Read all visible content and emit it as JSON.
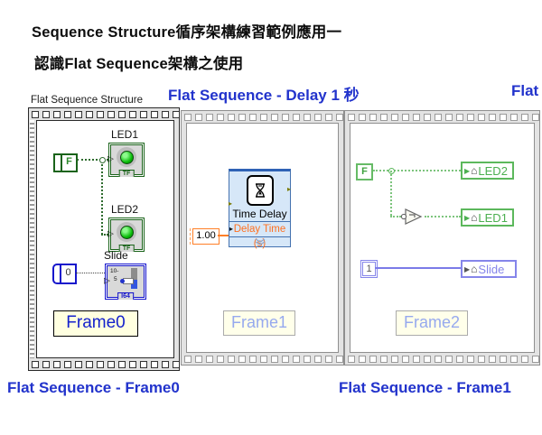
{
  "titles": {
    "line1": "Sequence Structure循序架構練習範例應用一",
    "line2": "認識Flat Sequence架構之使用",
    "header_delay": "Flat Sequence - Delay 1 秒",
    "header_right_partial": "Flat",
    "structure_label": "Flat Sequence Structure",
    "caption_frame0": "Flat Sequence - Frame0",
    "caption_frame1": "Flat Sequence - Frame1"
  },
  "colors": {
    "header_blue": "#2233CC",
    "boolean_green": "#2E7D32",
    "numeric_blue": "#1616CC",
    "local_green": "#5CB85C",
    "local_blue": "#8585EA",
    "orange": "#FF7F27"
  },
  "frame0": {
    "label": "Frame0",
    "bool_const": "F",
    "num_const": "0",
    "led1": {
      "label": "LED1",
      "type": "TF"
    },
    "led2": {
      "label": "LED2",
      "type": "TF"
    },
    "slide": {
      "label": "Slide",
      "type": "I64",
      "tick_top": "10-",
      "tick_mid": "5"
    }
  },
  "frame1": {
    "label": "Frame1",
    "vi_title": "Time Delay",
    "vi_param": "Delay Time (s)",
    "delay_const": "1.00"
  },
  "frame2": {
    "label": "Frame2",
    "bool_const": "F",
    "num_const": "1",
    "local_led2": "LED2",
    "local_led1": "LED1",
    "local_slide": "Slide"
  }
}
